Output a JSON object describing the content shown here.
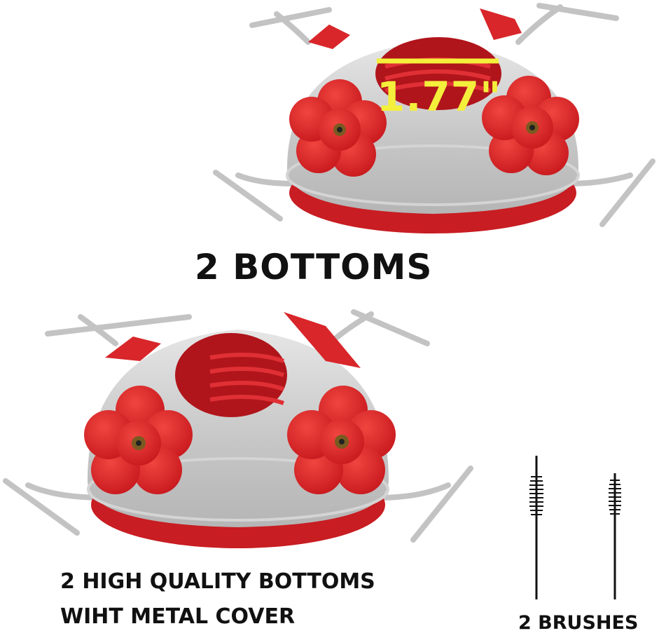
{
  "headline": "2 BOTTOMS",
  "dimension_label": "1.77\"",
  "caption": {
    "line1": "2 HIGH QUALITY BOTTOMS",
    "line2": "WIHT METAL COVER"
  },
  "brushes_label": "2 BRUSHES",
  "colors": {
    "feeder_red": "#d8262a",
    "metal_silver": "#c9c9c9",
    "dimension_yellow": "#f4ef3b"
  }
}
